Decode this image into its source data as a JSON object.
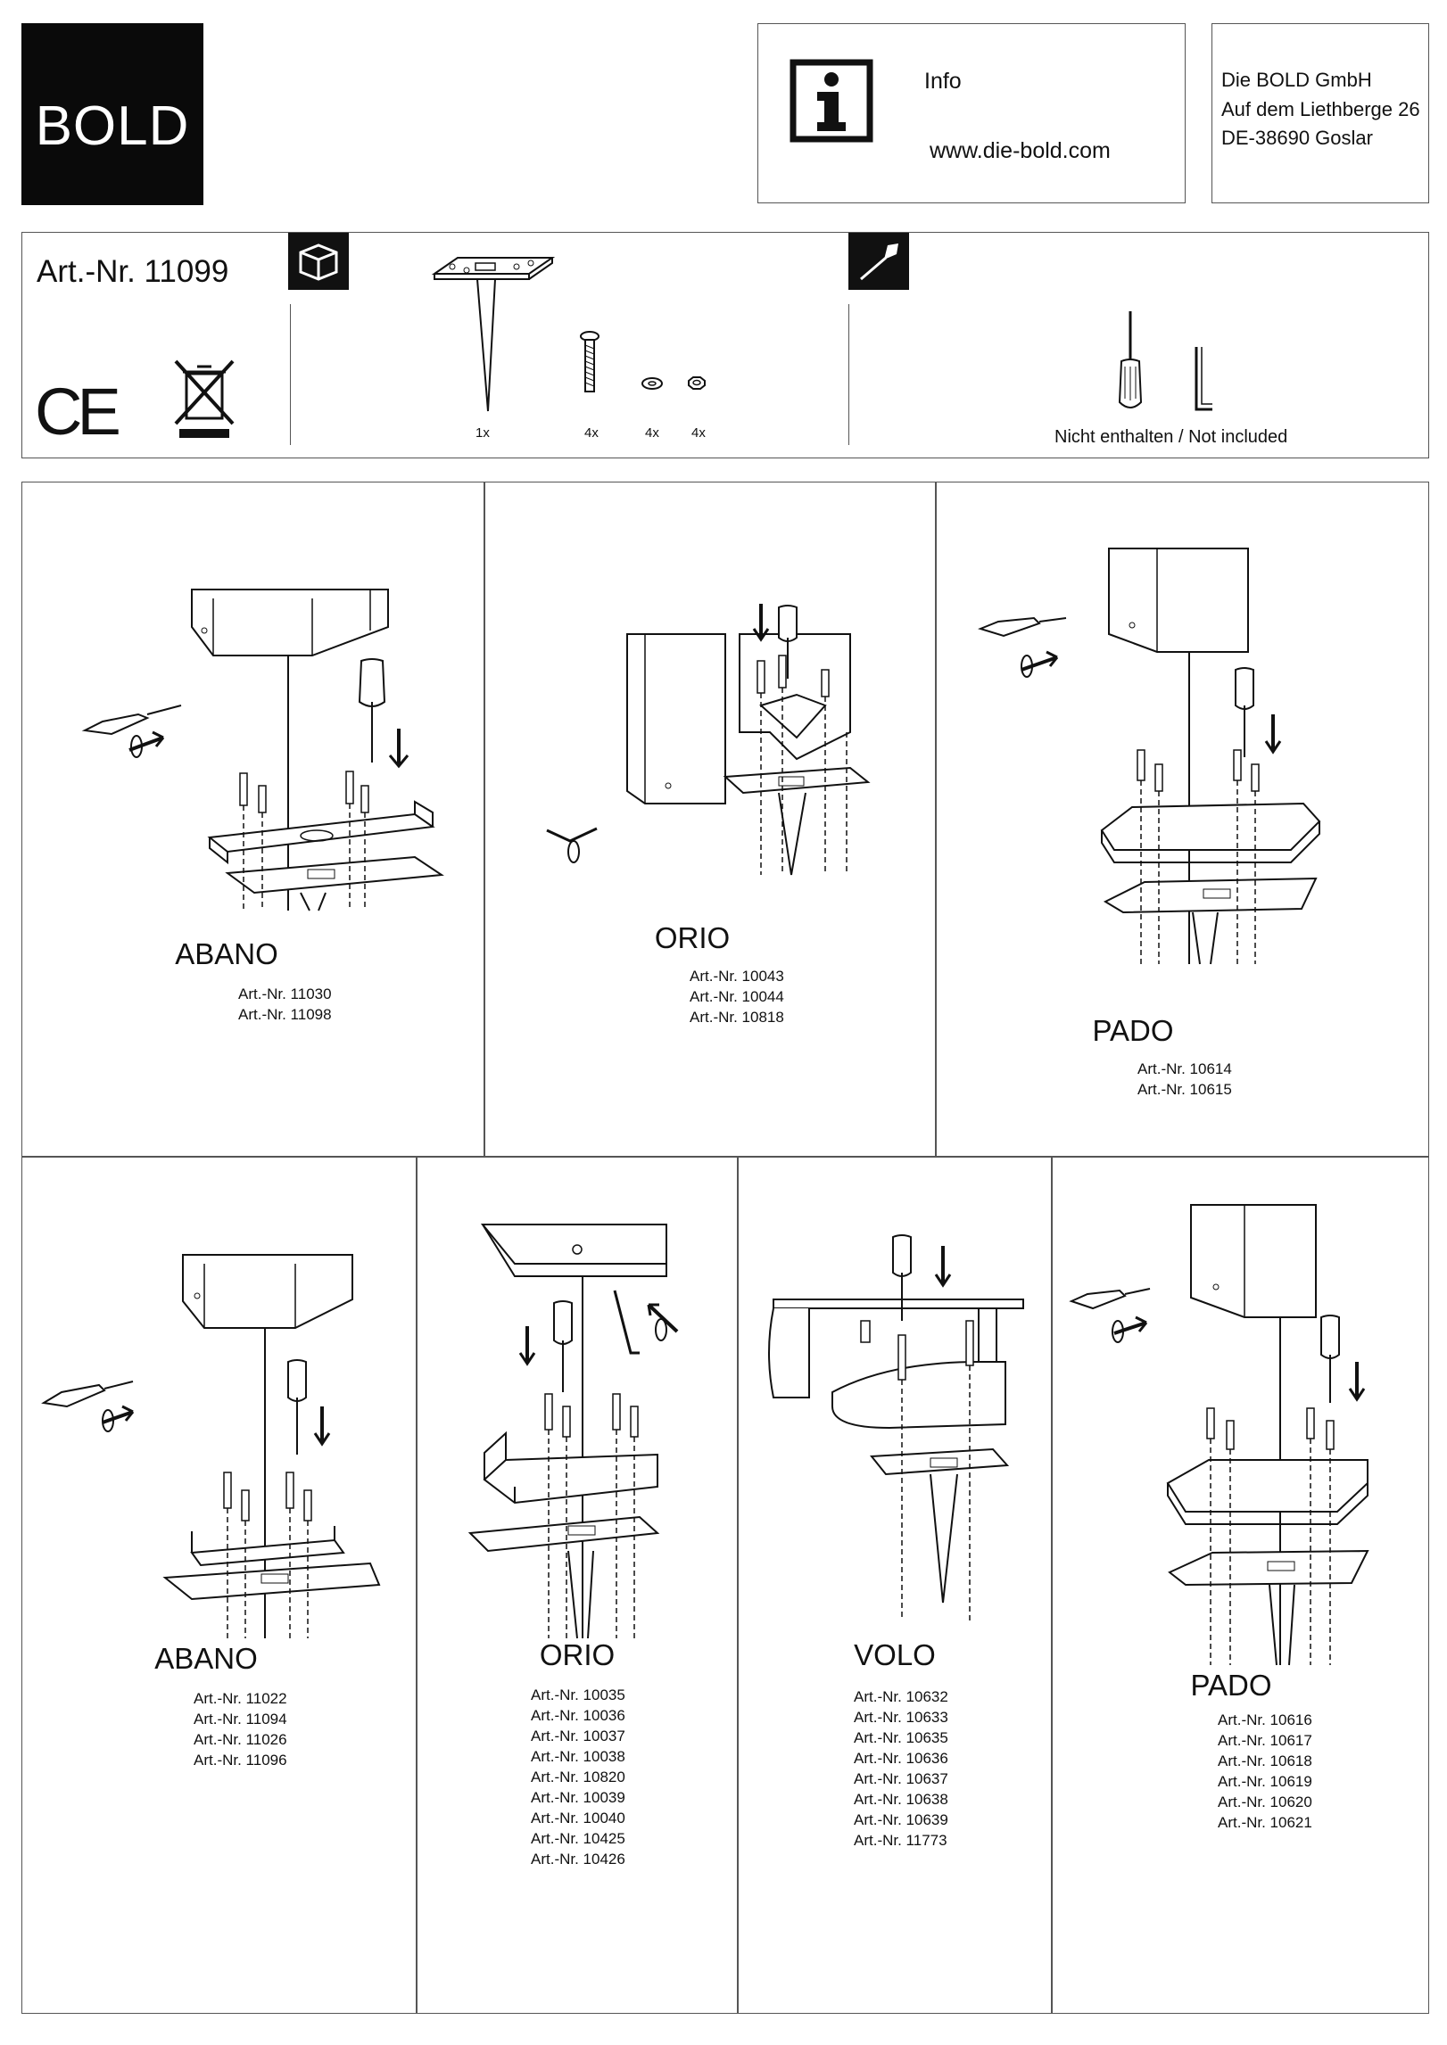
{
  "header": {
    "logo_text": "BOLD",
    "info_label": "Info",
    "info_url": "www.die-bold.com",
    "address": [
      "Die BOLD GmbH",
      "Auf dem Liethberge 26",
      "DE-38690 Goslar"
    ]
  },
  "parts": {
    "article": "Art.-Nr. 11099",
    "ce_mark": "CE",
    "icons": [
      "box-icon",
      "screwdriver-icon",
      "crossed-bin-icon"
    ],
    "quantities": [
      "1x",
      "4x",
      "4x",
      "4x"
    ],
    "not_included": "Nicht enthalten / Not included"
  },
  "panels": [
    {
      "title": "ABANO",
      "articles": [
        "Art.-Nr. 11030",
        "Art.-Nr. 11098"
      ]
    },
    {
      "title": "ORIO",
      "articles": [
        "Art.-Nr. 10043",
        "Art.-Nr. 10044",
        "Art.-Nr. 10818"
      ]
    },
    {
      "title": "PADO",
      "articles": [
        "Art.-Nr. 10614",
        "Art.-Nr. 10615"
      ]
    },
    {
      "title": "ABANO",
      "articles": [
        "Art.-Nr. 11022",
        "Art.-Nr. 11094",
        "Art.-Nr. 11026",
        "Art.-Nr. 11096"
      ]
    },
    {
      "title": "ORIO",
      "articles": [
        "Art.-Nr. 10035",
        "Art.-Nr. 10036",
        "Art.-Nr. 10037",
        "Art.-Nr. 10038",
        "Art.-Nr. 10820",
        "Art.-Nr. 10039",
        "Art.-Nr. 10040",
        "Art.-Nr. 10425",
        "Art.-Nr. 10426"
      ]
    },
    {
      "title": "VOLO",
      "articles": [
        "Art.-Nr. 10632",
        "Art.-Nr. 10633",
        "Art.-Nr. 10635",
        "Art.-Nr. 10636",
        "Art.-Nr. 10637",
        "Art.-Nr. 10638",
        "Art.-Nr. 10639",
        "Art.-Nr. 11773"
      ]
    },
    {
      "title": "PADO",
      "articles": [
        "Art.-Nr. 10616",
        "Art.-Nr. 10617",
        "Art.-Nr. 10618",
        "Art.-Nr. 10619",
        "Art.-Nr. 10620",
        "Art.-Nr. 10621"
      ]
    }
  ]
}
